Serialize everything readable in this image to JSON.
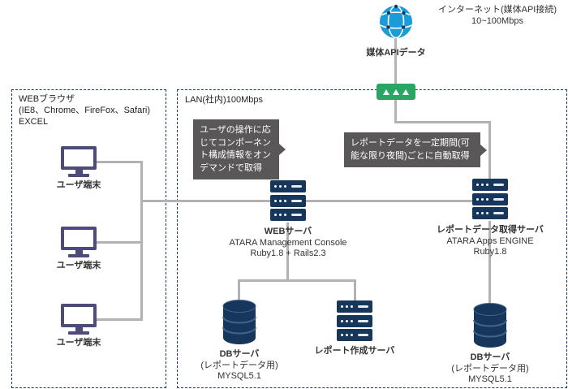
{
  "internet": {
    "label_line1": "インターネット(媒体API接続)",
    "label_line2": "10~100Mbps",
    "globe_caption": "媒体APIデータ"
  },
  "client_zone": {
    "title": "WEBブラウザ\n(IE8、Chrome、FireFox、Safari)\nEXCEL",
    "terminals": [
      {
        "label": "ユーザ端末"
      },
      {
        "label": "ユーザ端末"
      },
      {
        "label": "ユーザ端末"
      }
    ]
  },
  "lan_zone": {
    "title": "LAN(社内)100Mbps",
    "callout_web": "ユーザの操作に応\nじてコンポーネン\nト構成情報をオン\nデマンドで取得",
    "callout_report": "レポートデータを一定期間(可\n能な限り夜間)ごとに自動取得",
    "web_server": {
      "name": "WEBサーバ",
      "line2": "ATARA Management Console",
      "line3": "Ruby1.8 + Rails2.3"
    },
    "report_fetch_server": {
      "name": "レポートデータ取得サーバ",
      "line2": "ATARA Apps ENGINE",
      "line3": "Ruby1.8"
    },
    "db_server_left": {
      "name": "DBサーバ",
      "line2": "(レポートデータ用)",
      "line3": "MYSQL5.1"
    },
    "report_create_server": {
      "name": "レポート作成サーバ"
    },
    "db_server_right": {
      "name": "DBサーバ",
      "line2": "(レポートデータ用)",
      "line3": "MYSQL5.1"
    }
  },
  "colors": {
    "globe_blue": "#1b9bd8",
    "switch_green": "#2ba563",
    "server_navy": "#16365c",
    "monitor_purple": "#4d4b7c",
    "callout_gray": "#595757",
    "line_gray": "#b2b2b2"
  }
}
